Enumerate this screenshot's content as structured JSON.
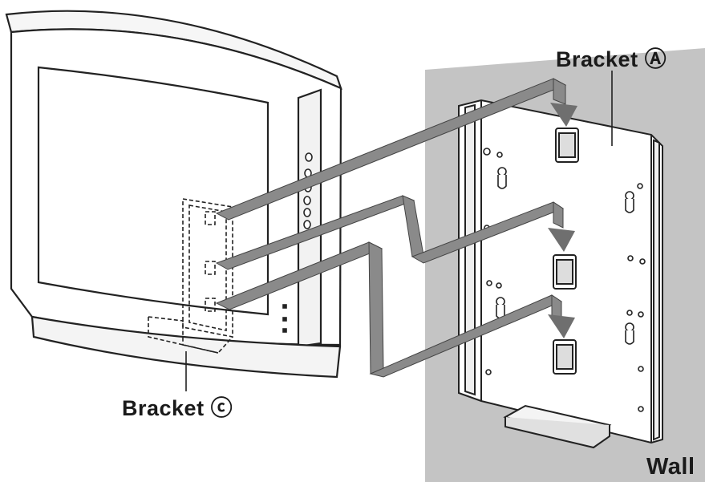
{
  "labels": {
    "bracket_a": "Bracket Ⓐ",
    "bracket_c": "Bracket ⓒ",
    "wall": "Wall"
  },
  "colors": {
    "wall": "#c4c4c4",
    "line": "#222222",
    "arrow": "#6f6f6f",
    "plate": "#ffffff"
  }
}
